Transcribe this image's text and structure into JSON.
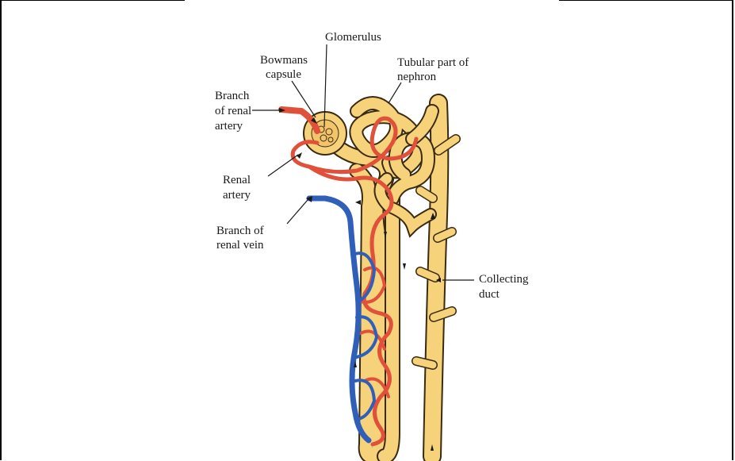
{
  "labels": {
    "glomerulus": "Glomerulus",
    "bowmans_capsule_1": "Bowmans",
    "bowmans_capsule_2": "capsule",
    "tubular_1": "Tubular part of",
    "tubular_2": "nephron",
    "branch_artery_1": "Branch",
    "branch_artery_2": "of renal",
    "branch_artery_3": "artery",
    "renal_artery_1": "Renal",
    "renal_artery_2": "artery",
    "branch_vein_1": "Branch of",
    "branch_vein_2": "renal vein",
    "collecting_1": "Collecting",
    "collecting_2": "duct"
  },
  "colors": {
    "tubule": "#f6d27a",
    "tubule_outline": "#3a2a10",
    "artery": "#e0503a",
    "vein": "#2f5fb8"
  }
}
